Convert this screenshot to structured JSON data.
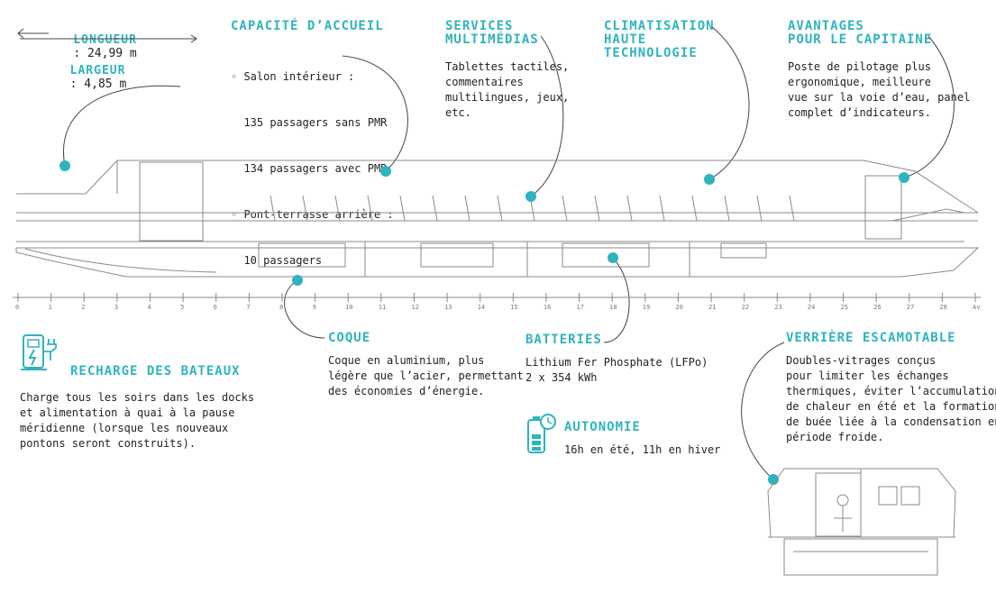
{
  "dimensions": {
    "length_label": "LONGUEUR",
    "length_value": ": 24,99 m",
    "width_label": "LARGEUR",
    "width_value": ": 4,85 m"
  },
  "capacity": {
    "title": "CAPACITÉ D’ACCUEIL",
    "lines": [
      "◦ Salon intérieur :",
      "  135 passagers sans PMR",
      "  134 passagers avec PMR",
      "◦ Pont-terrasse arrière :",
      "  10 passagers"
    ]
  },
  "multimedia": {
    "title": "SERVICES\nMULTIMÉDIAS",
    "text": "Tablettes tactiles,\ncommentaires\nmultilingues, jeux,\netc."
  },
  "climate": {
    "title": "CLIMATISATION\nHAUTE\nTECHNOLOGIE"
  },
  "captain": {
    "title": "AVANTAGES\nPOUR LE CAPITAINE",
    "text": "Poste de pilotage plus\nergonomique, meilleure\nvue sur la voie d’eau, panel\ncomplet d’indicateurs."
  },
  "hull": {
    "title": "COQUE",
    "text": "Coque en aluminium, plus\nlégère que l’acier, permettant\ndes économies d’énergie."
  },
  "batteries": {
    "title": "BATTERIES",
    "text": "Lithium Fer Phosphate (LFPo)\n2 x 354 kWh"
  },
  "autonomy": {
    "title": "AUTONOMIE",
    "text": "16h en été, 11h en hiver"
  },
  "charging": {
    "title": "RECHARGE DES BATEAUX",
    "text": "Charge tous les soirs dans les docks\net alimentation à quai à la pause\nméridienne (lorsque les nouveaux\npontons seront construits)."
  },
  "canopy": {
    "title": "VERRIÈRE ESCAMOTABLE",
    "text": "Doubles-vitrages conçus\npour limiter les échanges\nthermiques, éviter l’accumulation\nde chaleur en été et la formation\nde buée liée à la condensation en\npériode froide."
  },
  "scale_ticks": [
    "0",
    "1",
    "2",
    "3",
    "4",
    "5",
    "6",
    "7",
    "8",
    "9",
    "10",
    "11",
    "12",
    "13",
    "14",
    "15",
    "16",
    "17",
    "18",
    "19",
    "20",
    "21",
    "22",
    "23",
    "24",
    "25",
    "26",
    "27",
    "28",
    "Av"
  ],
  "colors": {
    "accent": "#2fb3bf",
    "line": "#444444",
    "drawing": "#8a8a8a"
  },
  "icons": {
    "charging": "ev-charger-icon",
    "autonomy": "battery-clock-icon"
  }
}
